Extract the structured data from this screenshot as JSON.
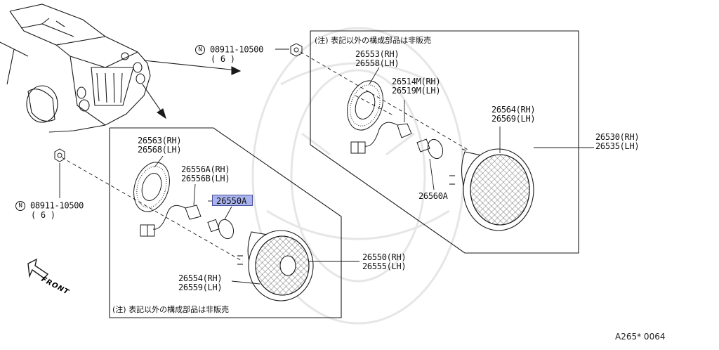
{
  "colors": {
    "ink": "#1a1a1a",
    "highlight": "#a9b3ee",
    "watermark": "#e2e2e2"
  },
  "fastener_top": {
    "code": "08911-10500",
    "qty": "( 6 )"
  },
  "fastener_left": {
    "code": "08911-10500",
    "qty": "( 6 )"
  },
  "box_right": {
    "note": "(注) 表記以外の構成部品は非販売",
    "parts": [
      {
        "key": "gasket",
        "lines": [
          "26553(RH)",
          "26558(LH)"
        ]
      },
      {
        "key": "socket",
        "lines": [
          "26514M(RH)",
          "26519M(LH)"
        ]
      },
      {
        "key": "body",
        "lines": [
          "26564(RH)",
          "26569(LH)"
        ]
      },
      {
        "key": "bulb",
        "lines": [
          "26560A"
        ]
      }
    ],
    "assembly": [
      "26530(RH)",
      "26535(LH)"
    ]
  },
  "box_left": {
    "note": "(注) 表記以外の構成部品は非販売",
    "parts": [
      {
        "key": "gasket",
        "lines": [
          "26563(RH)",
          "26568(LH)"
        ]
      },
      {
        "key": "socket",
        "lines": [
          "26556A(RH)",
          "26556B(LH)"
        ]
      },
      {
        "key": "body",
        "lines": [
          "26554(RH)",
          "26559(LH)"
        ]
      }
    ],
    "highlighted_part": "26550A",
    "assembly": [
      "26550(RH)",
      "26555(LH)"
    ]
  },
  "front_label": "FRONT",
  "diagram_ref": "A265* 0064"
}
